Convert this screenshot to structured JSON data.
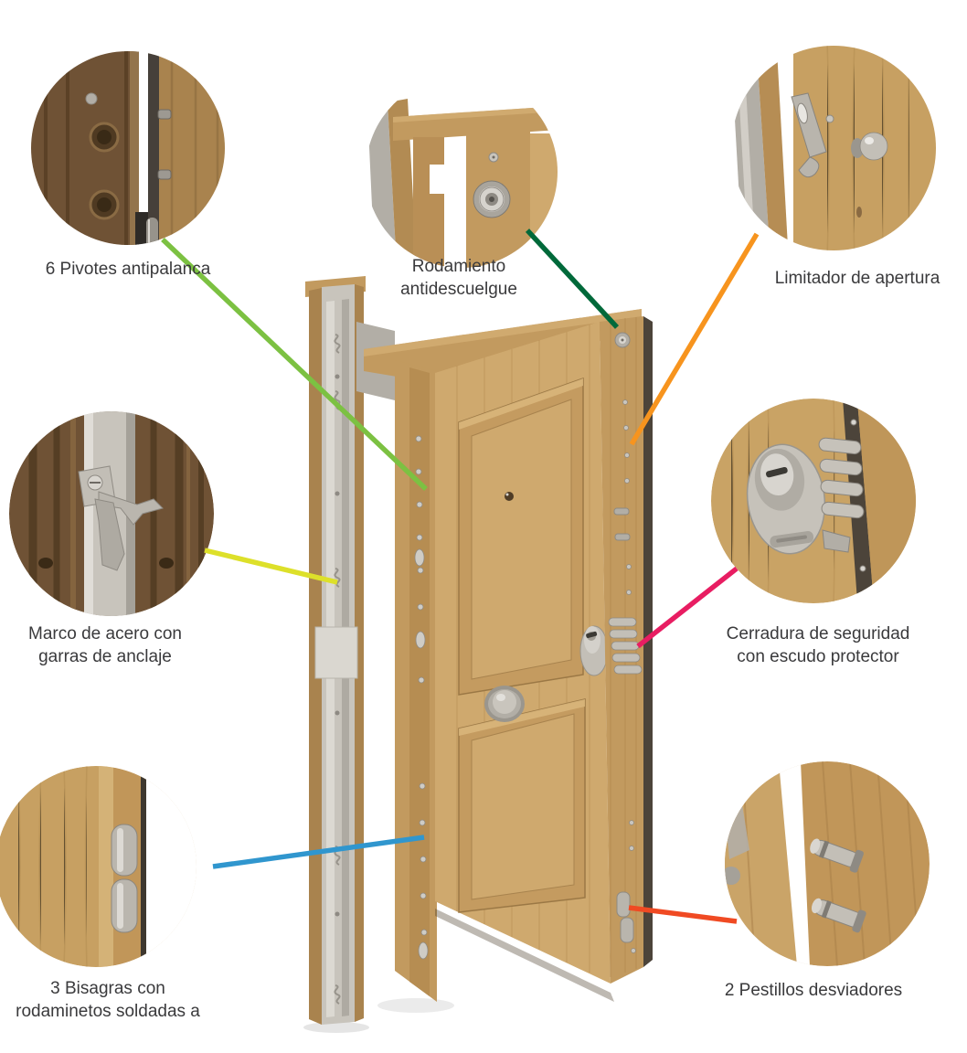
{
  "figure": {
    "type": "annotated-product-diagram",
    "callouts": [
      {
        "id": "pivotes",
        "line1": "6 Pivotes antipalanca",
        "line2": "",
        "line_color": "#7cc142"
      },
      {
        "id": "rodamiento",
        "line1": "Rodamiento",
        "line2": "antidescuelgue",
        "line_color": "#00693a"
      },
      {
        "id": "limitador",
        "line1": "Limitador de apertura",
        "line2": "",
        "line_color": "#f7941e"
      },
      {
        "id": "marco",
        "line1": "Marco de acero con",
        "line2": "garras de anclaje",
        "line_color": "#dde02a"
      },
      {
        "id": "cerradura",
        "line1": "Cerradura de seguridad",
        "line2": "con escudo protector",
        "line_color": "#e81d62"
      },
      {
        "id": "bisagras",
        "line1": "3 Bisagras con",
        "line2": "rodaminetos soldadas a",
        "line_color": "#3096ce"
      },
      {
        "id": "pestillos",
        "line1": "2 Pestillos desviadores",
        "line2": "",
        "line_color": "#f04a23"
      }
    ]
  },
  "palette": {
    "wood_light": "#cfa96e",
    "wood_mid": "#c29a5f",
    "wood_deep": "#a9834e",
    "walnut": "#6f5235",
    "steel": "#c8c4bc",
    "metal": "#b2aea6",
    "metal_light": "#d9d6d0",
    "edge_dark": "#4c443a",
    "label_text": "#3a3a3c"
  }
}
